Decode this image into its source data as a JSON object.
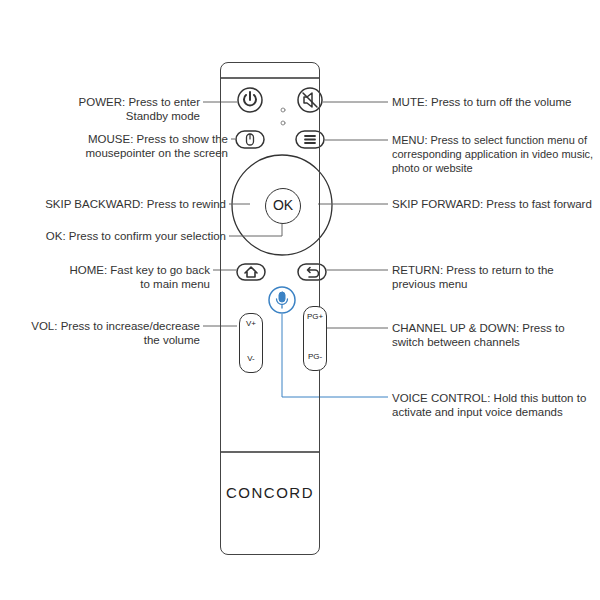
{
  "diagram": {
    "nodes": [
      {
        "text": [
          "CONCORD"
        ]
      },
      {
        "text": [
          "OK"
        ],
        "in": 0
      },
      {
        "text": [
          "V+",
          "V-"
        ],
        "in": 0
      },
      {
        "text": [
          "PG+",
          "PG-"
        ],
        "in": 0
      }
    ],
    "labels": [
      "POWER: Press to enter Standby mode",
      "MOUSE: Press to show the mousepointer on the screen",
      "SKIP BACKWARD: Press to rewind",
      "OK: Press to confirm your selection",
      "HOME: Fast key to go back to main menu",
      "VOL: Press to increase/decrease the volume",
      "MUTE: Press to turn off the volume",
      "MENU: Press to select function menu of corresponding application in video music, photo or website",
      "SKIP FORWARD: Press to fast forward",
      "RETURN: Press to return to the previous menu",
      "CHANNEL UP & DOWN: Press to switch between channels",
      "VOICE CONTROL: Hold this button to activate and input voice demands"
    ]
  }
}
